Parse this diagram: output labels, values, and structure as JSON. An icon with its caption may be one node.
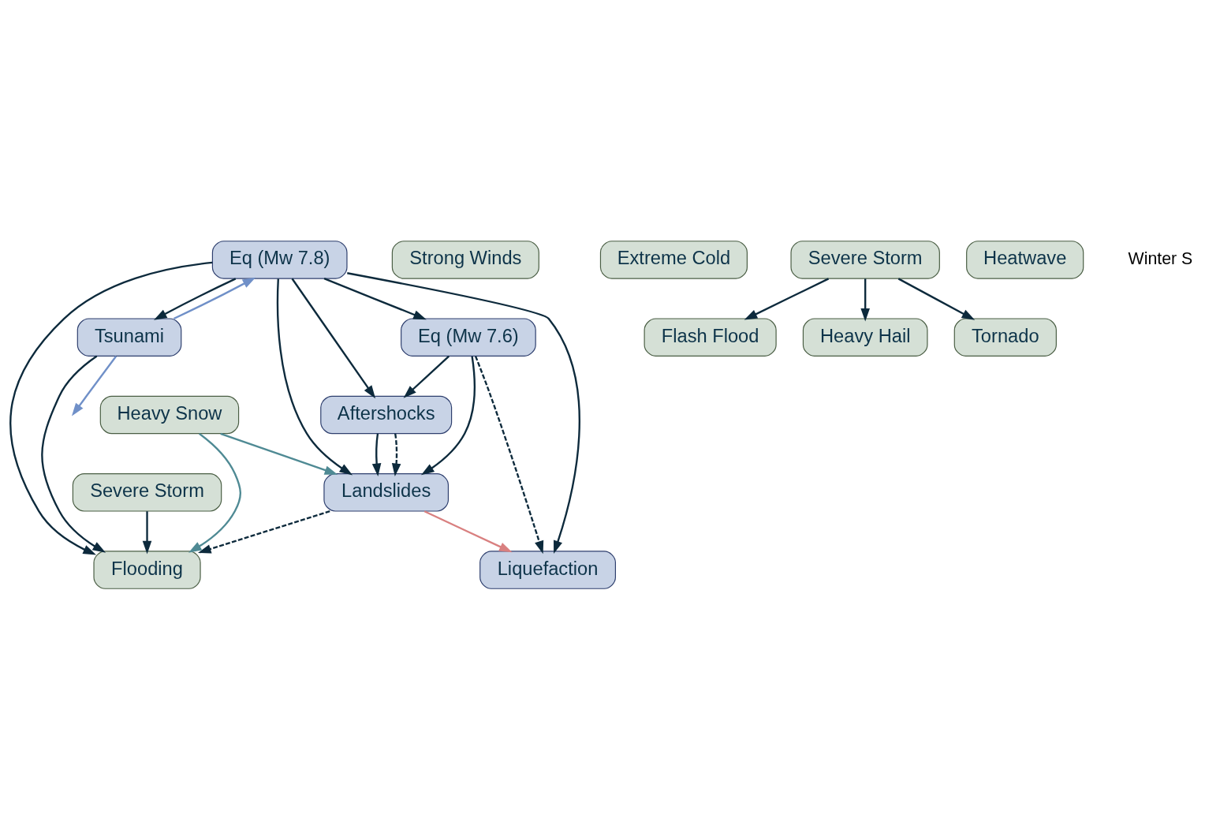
{
  "diagram": {
    "nodes": [
      {
        "text": [
          "Eq (Mw 7.8)"
        ]
      },
      {
        "text": [
          "Tsunami"
        ]
      },
      {
        "text": [
          "Eq (Mw 7.6)"
        ]
      },
      {
        "text": [
          "Aftershocks"
        ]
      },
      {
        "text": [
          "Liquefaction"
        ]
      },
      {
        "text": [
          "Landslides"
        ]
      },
      {
        "text": [
          "Heavy Snow"
        ]
      },
      {
        "text": [
          "Strong Winds"
        ]
      },
      {
        "text": [
          "Extreme Cold"
        ]
      },
      {
        "text": [
          "Flooding"
        ]
      },
      {
        "text": [
          "Severe Storm"
        ]
      },
      {
        "text": [
          "Severe Storm"
        ]
      },
      {
        "text": [
          "Flash Flood"
        ]
      },
      {
        "text": [
          "Heavy Hail"
        ]
      },
      {
        "text": [
          "Tornado"
        ]
      },
      {
        "text": [
          "Heatwave"
        ]
      }
    ],
    "edges": [
      {
        "from": 0,
        "to": 1,
        "arrow": "to"
      },
      {
        "from": 1,
        "to": 0,
        "arrow": "to",
        "color": "#7090c8"
      },
      {
        "from": 1,
        "to": null,
        "arrow": "to",
        "color": "#7090c8"
      },
      {
        "from": 0,
        "to": 2,
        "arrow": "to"
      },
      {
        "from": 0,
        "to": 3,
        "arrow": "to"
      },
      {
        "from": 0,
        "to": 5,
        "arrow": "to"
      },
      {
        "from": 0,
        "to": 4,
        "arrow": "to"
      },
      {
        "from": 0,
        "to": 9,
        "arrow": "to"
      },
      {
        "from": 2,
        "to": 3,
        "arrow": "to"
      },
      {
        "from": 2,
        "to": 4,
        "arrow": "to",
        "style": "dashed"
      },
      {
        "from": 2,
        "to": 5,
        "arrow": "to"
      },
      {
        "from": 3,
        "to": 5,
        "arrow": "to"
      },
      {
        "from": 3,
        "to": 5,
        "arrow": "to",
        "style": "dashed"
      },
      {
        "from": 5,
        "to": 4,
        "arrow": "to",
        "color": "#d98080"
      },
      {
        "from": 6,
        "to": 5,
        "arrow": "to",
        "color": "#4f8a94"
      },
      {
        "from": 6,
        "to": 9,
        "arrow": "to",
        "color": "#4f8a94"
      },
      {
        "from": 1,
        "to": 9,
        "arrow": "to"
      },
      {
        "from": 5,
        "to": 9,
        "arrow": "to",
        "style": "dashed"
      },
      {
        "from": 10,
        "to": 9,
        "arrow": "to"
      },
      {
        "from": 11,
        "to": 12,
        "arrow": "to"
      },
      {
        "from": 11,
        "to": 13,
        "arrow": "to"
      },
      {
        "from": 11,
        "to": 14,
        "arrow": "to"
      }
    ],
    "labels": [
      "Winter S"
    ]
  }
}
